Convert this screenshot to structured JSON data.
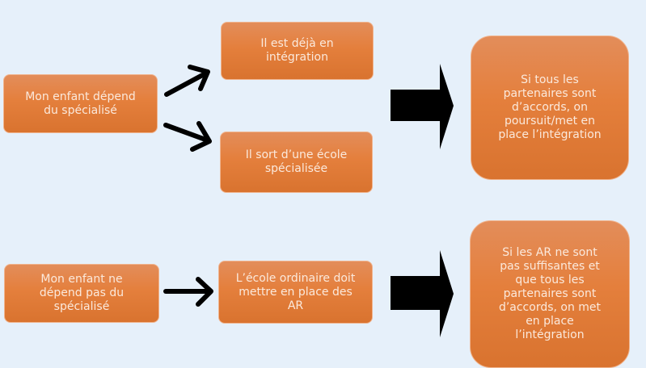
{
  "diagram": {
    "background_color": "#e6f0fa",
    "box_color": "#e47f3c",
    "arrow_color": "#000000",
    "row1": {
      "start": "Mon enfant dépend\ndu spécialisé",
      "branch_top": "Il est déjà en\nintégration",
      "branch_bottom": "Il sort d’une école\nspécialisée",
      "outcome": "Si tous les\npartenaires sont\nd’accords, on\npoursuit/met en\nplace l’intégration"
    },
    "row2": {
      "start": "Mon enfant ne\ndépend pas du\nspécialisé",
      "middle": "L’école ordinaire doit\nmettre en place des\nAR",
      "outcome": "Si les AR ne sont\npas suffisantes et\nque tous les\npartenaires sont\nd’accords, on met\nen place\nl’intégration"
    }
  }
}
